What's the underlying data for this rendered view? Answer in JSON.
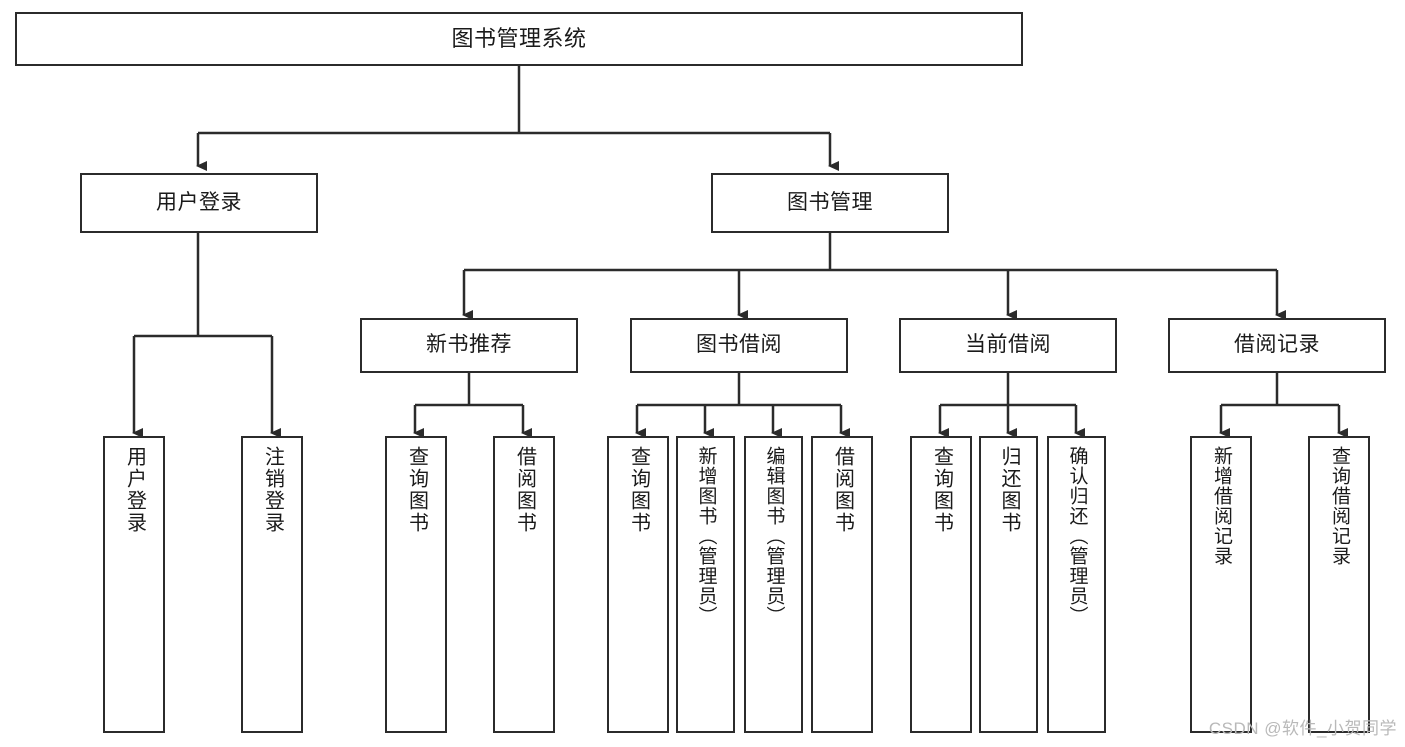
{
  "diagram": {
    "type": "tree",
    "title": "图书管理系统",
    "orientation": "top-down",
    "root": {
      "id": "root",
      "label": "图书管理系统"
    },
    "level2": [
      {
        "id": "user-login",
        "label": "用户登录"
      },
      {
        "id": "book-manage",
        "label": "图书管理"
      }
    ],
    "level3": [
      {
        "id": "new-book-rec",
        "label": "新书推荐",
        "parent": "book-manage"
      },
      {
        "id": "book-borrow",
        "label": "图书借阅",
        "parent": "book-manage"
      },
      {
        "id": "current-borrow",
        "label": "当前借阅",
        "parent": "book-manage"
      },
      {
        "id": "borrow-record",
        "label": "借阅记录",
        "parent": "book-manage"
      }
    ],
    "leaves": [
      {
        "id": "leaf-user-login",
        "label": "用户登录",
        "parent": "user-login"
      },
      {
        "id": "leaf-logout",
        "label": "注销登录",
        "parent": "user-login"
      },
      {
        "id": "leaf-query-book-1",
        "label": "查询图书",
        "parent": "new-book-rec"
      },
      {
        "id": "leaf-borrow-book-1",
        "label": "借阅图书",
        "parent": "new-book-rec"
      },
      {
        "id": "leaf-query-book-2",
        "label": "查询图书",
        "parent": "book-borrow"
      },
      {
        "id": "leaf-add-book",
        "label": "新增图书（管理员）",
        "parent": "book-borrow"
      },
      {
        "id": "leaf-edit-book",
        "label": "编辑图书（管理员）",
        "parent": "book-borrow"
      },
      {
        "id": "leaf-borrow-book-2",
        "label": "借阅图书",
        "parent": "book-borrow"
      },
      {
        "id": "leaf-query-book-3",
        "label": "查询图书",
        "parent": "current-borrow"
      },
      {
        "id": "leaf-return-book",
        "label": "归还图书",
        "parent": "current-borrow"
      },
      {
        "id": "leaf-confirm-return",
        "label": "确认归还（管理员）",
        "parent": "current-borrow"
      },
      {
        "id": "leaf-add-record",
        "label": "新增借阅记录",
        "parent": "borrow-record"
      },
      {
        "id": "leaf-query-record",
        "label": "查询借阅记录",
        "parent": "borrow-record"
      }
    ],
    "colors": {
      "stroke": "#2b2b2b",
      "fill": "#ffffff",
      "text": "#1a1a1a",
      "watermark": "#b9b9b9"
    }
  },
  "watermark": {
    "text": "CSDN @软件_小贺同学"
  }
}
